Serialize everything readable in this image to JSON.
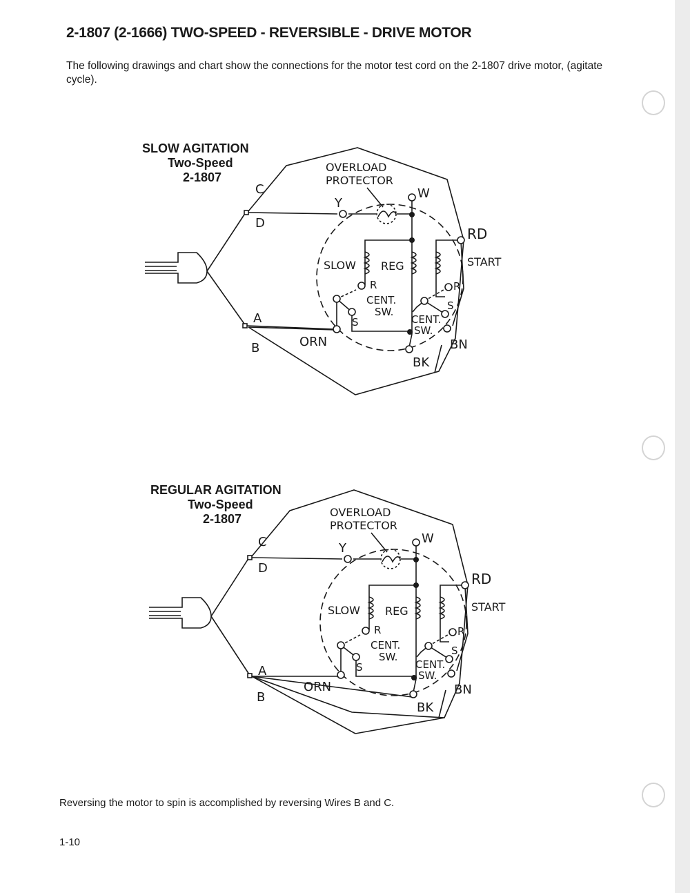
{
  "page": {
    "title": "2-1807 (2-1666) TWO-SPEED - REVERSIBLE - DRIVE MOTOR",
    "intro": "The following drawings and chart show the connections for the motor test cord on the 2-1807 drive motor, (agitate cycle).",
    "footer_note": "Reversing the motor to spin is accomplished by reversing Wires B and C.",
    "page_number": "1-10"
  },
  "diagrams": [
    {
      "heading": "SLOW AGITATION",
      "subheading": "Two-Speed",
      "model": "2-1807",
      "labels": {
        "overload": "OVERLOAD",
        "protector": "PROTECTOR",
        "w": "W",
        "y": "Y",
        "c": "C",
        "d": "D",
        "a": "A",
        "b": "B",
        "rd": "RD",
        "start": "START",
        "slow": "SLOW",
        "reg": "REG",
        "r1": "R",
        "r2": "R",
        "s1": "S",
        "s2": "S",
        "cent1": "CENT.",
        "sw1": "SW.",
        "cent2": "CENT.",
        "sw2": "SW.",
        "orn": "ORN",
        "bn": "BN",
        "bk": "BK"
      }
    },
    {
      "heading": "REGULAR AGITATION",
      "subheading": "Two-Speed",
      "model": "2-1807",
      "labels": {
        "overload": "OVERLOAD",
        "protector": "PROTECTOR",
        "w": "W",
        "y": "Y",
        "c": "C",
        "d": "D",
        "a": "A",
        "b": "B",
        "rd": "RD",
        "start": "START",
        "slow": "SLOW",
        "reg": "REG",
        "r1": "R",
        "r2": "R",
        "s1": "S",
        "s2": "S",
        "cent1": "CENT.",
        "sw1": "SW.",
        "cent2": "CENT.",
        "sw2": "SW.",
        "orn": "ORN",
        "bn": "BN",
        "bk": "BK"
      }
    }
  ]
}
